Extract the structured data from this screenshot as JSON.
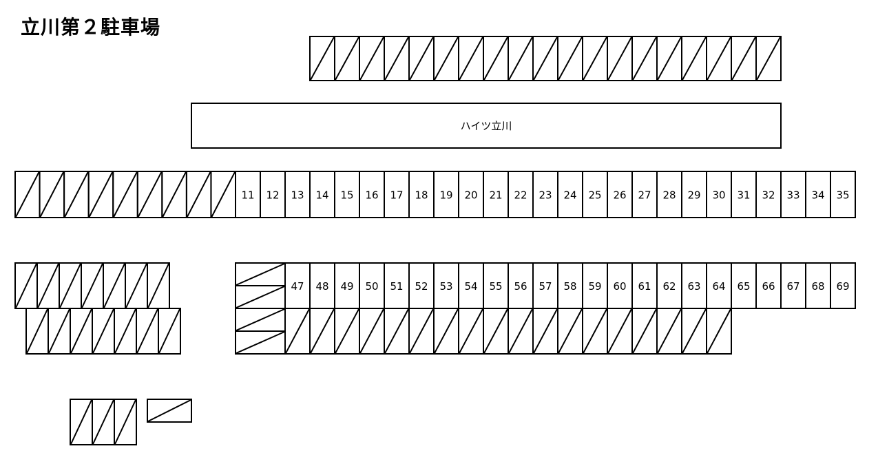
{
  "title": "立川第２駐車場",
  "building": {
    "label": "ハイツ立川"
  },
  "rows": {
    "top": {
      "unavailable_count": 19
    },
    "main": {
      "unavailable_count": 9,
      "numbers": [
        "11",
        "12",
        "13",
        "14",
        "15",
        "16",
        "17",
        "18",
        "19",
        "20",
        "21",
        "22",
        "23",
        "24",
        "25",
        "26",
        "27",
        "28",
        "29",
        "30",
        "31",
        "32",
        "33",
        "34",
        "35"
      ]
    },
    "left_upper": {
      "unavailable_count": 7
    },
    "left_lower": {
      "unavailable_count": 7
    },
    "center_upper": {
      "unavailable_count": 2,
      "numbers": [
        "47",
        "48",
        "49",
        "50",
        "51",
        "52",
        "53",
        "54",
        "55",
        "56",
        "57",
        "58",
        "59",
        "60",
        "61",
        "62",
        "63",
        "64",
        "65",
        "66",
        "67",
        "68",
        "69"
      ]
    },
    "center_lower": {
      "unavailable_count": 18
    },
    "bottom_small": {
      "unavailable_count": 3
    },
    "bottom_single": {
      "unavailable_count": 1
    }
  }
}
